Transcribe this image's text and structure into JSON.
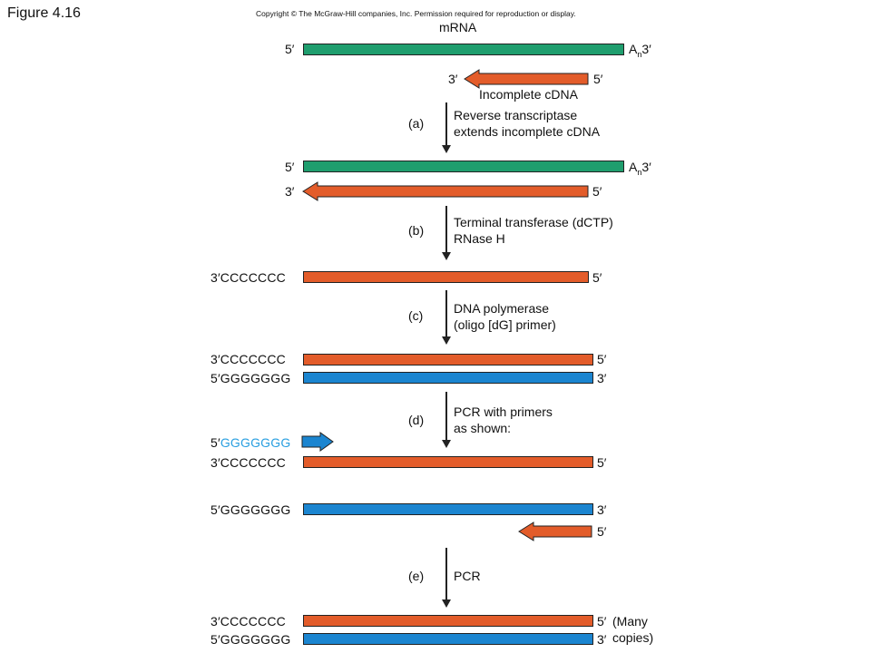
{
  "figure_label": "Figure 4.16",
  "copyright": "Copyright © The McGraw-Hill companies, Inc. Permission required for reproduction or display.",
  "mrna_label": "mRNA",
  "incomplete_cdna_label": "Incomplete cDNA",
  "five_prime": "5′",
  "three_prime": "3′",
  "poly_a": "A",
  "poly_a_sub": "n",
  "steps": [
    {
      "letter": "(a)",
      "line1": "Reverse transcriptase",
      "line2": "extends incomplete cDNA"
    },
    {
      "letter": "(b)",
      "line1": "Terminal transferase (dCTP)",
      "line2": "RNase H"
    },
    {
      "letter": "(c)",
      "line1": "DNA polymerase",
      "line2": "(oligo [dG] primer)"
    },
    {
      "letter": "(d)",
      "line1": "PCR with primers",
      "line2": "as shown:"
    },
    {
      "letter": "(e)",
      "line1": "PCR",
      "line2": ""
    }
  ],
  "seq_c": "3′CCCCCCC",
  "seq_g": "5′GGGGGGG",
  "primer_prefix": "5′",
  "primer_seq": "GGGGGGG",
  "many": "(Many",
  "copies": "copies)",
  "colors": {
    "mrna": "#1f9e6e",
    "cdna": "#e35c2a",
    "second_strand": "#1b85d0",
    "primer_text": "#2a9fe0"
  }
}
